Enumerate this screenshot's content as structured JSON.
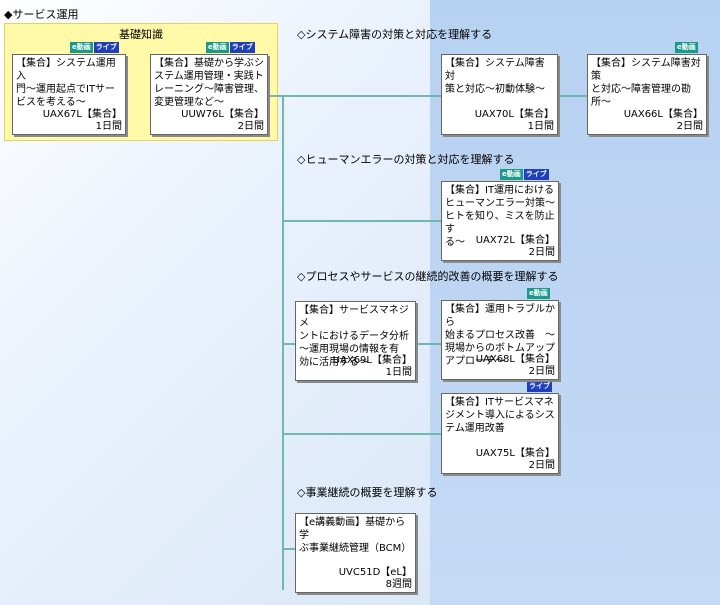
{
  "page_title": "◆サービス運用",
  "basics_title": "基礎知識",
  "badges": {
    "elearning": "e動画",
    "live": "ライブ"
  },
  "sections": [
    {
      "title": "◇システム障害の対策と対応を理解する"
    },
    {
      "title": "◇ヒューマンエラーの対策と対応を理解する"
    },
    {
      "title": "◇プロセスやサービスの継続的改善の概要を理解する"
    },
    {
      "title": "◇事業継続の概要を理解する"
    }
  ],
  "courses": [
    {
      "title": "【集合】システム運用入\n門～運用起点でITサー\nビスを考える～",
      "code": "UAX67L【集合】",
      "duration": "1日間"
    },
    {
      "title": "【集合】基礎から学ぶシ\nステム運用管理・実践ト\nレーニング～障害管理、\n変更管理など～",
      "code": "UUW76L【集合】",
      "duration": "2日間"
    },
    {
      "title": "【集合】システム障害対\n策と対応～初動体験～",
      "code": "UAX70L【集合】",
      "duration": "1日間"
    },
    {
      "title": "【集合】システム障害対策\nと対応～障害管理の勘\n所～",
      "code": "UAX66L【集合】",
      "duration": "2日間"
    },
    {
      "title": "【集合】IT運用における\nヒューマンエラー対策～\nヒトを知り、ミスを防止す\nる～",
      "code": "UAX72L【集合】",
      "duration": "2日間"
    },
    {
      "title": "【集合】サービスマネジメ\nントにおけるデータ分析\n～運用現場の情報を有\n効に活用する～",
      "code": "UAX69L【集合】",
      "duration": "1日間"
    },
    {
      "title": "【集合】運用トラブルから\n始まるプロセス改善　～\n現場からのボトムアップ\nアプローチ～",
      "code": "UAX68L【集合】",
      "duration": "2日間"
    },
    {
      "title": "【集合】ITサービスマネ\nジメント導入によるシス\nテム運用改善",
      "code": "UAX75L【集合】",
      "duration": "2日間"
    },
    {
      "title": "【e講義動画】基礎から学\nぶ事業継続管理（BCM）",
      "code": "UVC51D【eL】",
      "duration": "8週間"
    }
  ]
}
